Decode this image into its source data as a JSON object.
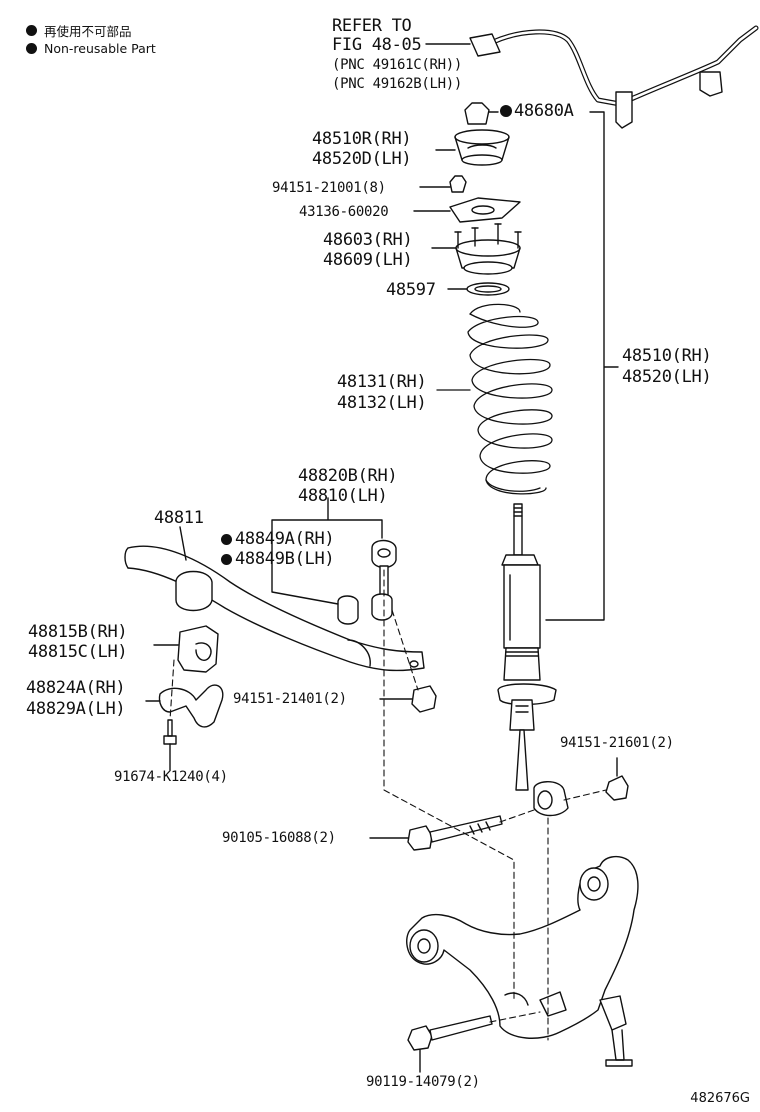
{
  "legend": [
    {
      "text": "再使用不可部品"
    },
    {
      "text": "Non-reusable Part"
    }
  ],
  "refer": {
    "line1": "REFER TO",
    "line2": "FIG 48-05",
    "line3": "(PNC 49161C(RH))",
    "line4": "(PNC 49162B(LH))"
  },
  "parts": {
    "p48680A": "48680A",
    "p48510R": "48510R(RH)",
    "p48520D": "48520D(LH)",
    "p94151_21001": "94151-21001(8)",
    "p43136": "43136-60020",
    "p48603": "48603(RH)",
    "p48609": "48609(LH)",
    "p48597": "48597",
    "p48510": "48510(RH)",
    "p48520": "48520(LH)",
    "p48131": "48131(RH)",
    "p48132": "48132(LH)",
    "p48820B": "48820B(RH)",
    "p48810": "48810(LH)",
    "p48811": "48811",
    "p48849A": "48849A(RH)",
    "p48849B": "48849B(LH)",
    "p48815B": "48815B(RH)",
    "p48815C": "48815C(LH)",
    "p48824A": "48824A(RH)",
    "p48829A": "48829A(LH)",
    "p94151_21401": "94151-21401(2)",
    "p91674": "91674-K1240(4)",
    "p94151_21601": "94151-21601(2)",
    "p90105": "90105-16088(2)",
    "p90119": "90119-14079(2)"
  },
  "diagram_code": "482676G"
}
